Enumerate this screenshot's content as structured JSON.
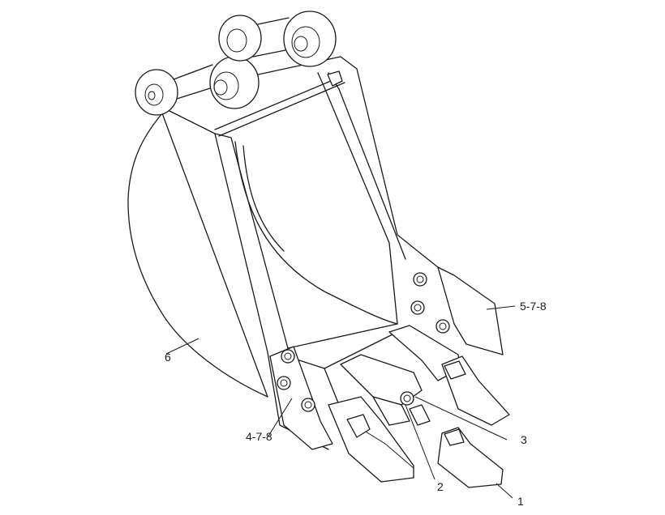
{
  "callouts": {
    "c1": "1",
    "c2": "2",
    "c3": "3",
    "c4": "4-7-8",
    "c5": "5-7-8",
    "c6": "6"
  }
}
